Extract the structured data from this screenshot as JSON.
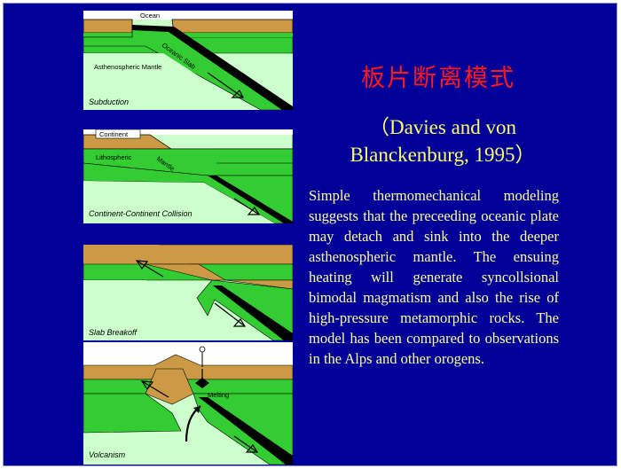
{
  "title": "板片断离模式",
  "citation": {
    "line1": "（Davies and von",
    "line2": "Blanckenburg, 1995）"
  },
  "body": "Simple thermomechanical modeling suggests that the preceeding oceanic plate may detach and sink into the deeper asthenospheric mantle. The ensuing heating will generate syncollsional bimodal magmatism and also the rise of high-pressure metamorphic rocks. The model has been compared to observations in the Alps and other orogens.",
  "panels": [
    {
      "caption": "Subduction",
      "labels": {
        "ocean": "Ocean",
        "slab": "Oceanic Slab",
        "mantle": "Asthenospheric Mantle"
      }
    },
    {
      "caption": "Continent-Continent Collision",
      "labels": {
        "continent": "Continent",
        "litho": "Lithospheric",
        "mantle": "Mantle"
      }
    },
    {
      "caption": "Slab Breakoff"
    },
    {
      "caption": "Volcanism",
      "labels": {
        "melting": "Melting"
      }
    }
  ],
  "colors": {
    "background": "#000099",
    "crust": "#cc9944",
    "lithosphere": "#33cc33",
    "asthenosphere": "#ccffcc",
    "slab": "#000000",
    "title": "#ff1a1a",
    "text": "#ffff99"
  }
}
